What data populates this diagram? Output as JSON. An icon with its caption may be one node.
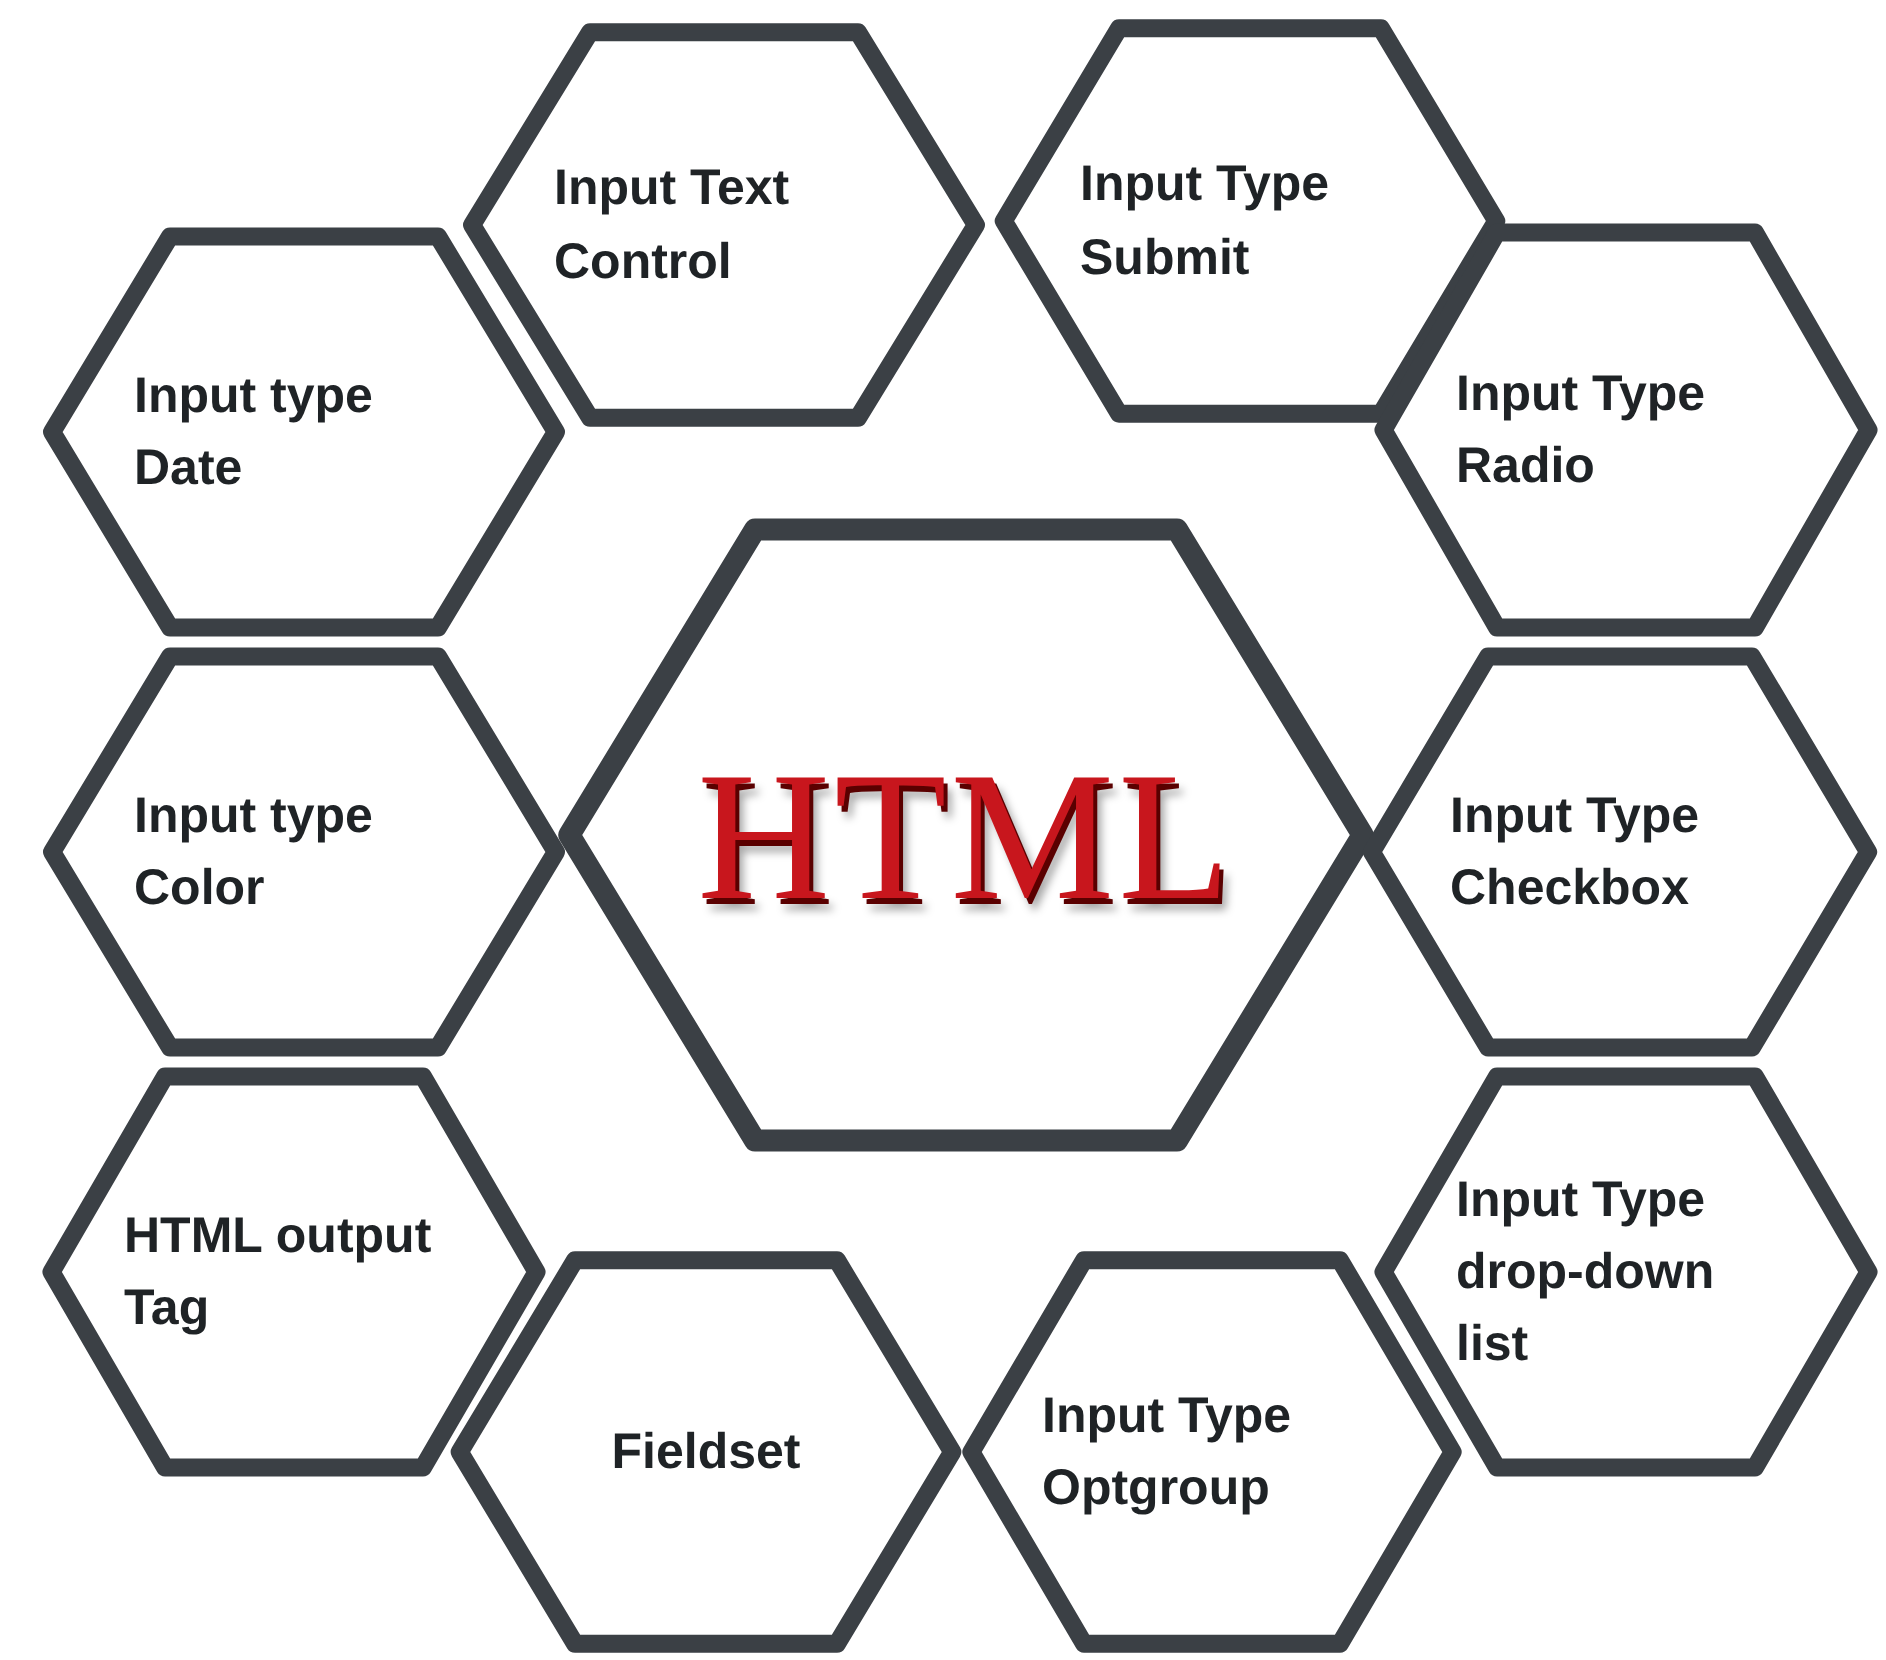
{
  "diagram": {
    "nodes": [
      {
        "text": [
          "Input Text Control"
        ]
      },
      {
        "text": [
          "Input Type Submit"
        ]
      },
      {
        "text": [
          "Input type Date"
        ]
      },
      {
        "text": [
          "Input Type Radio"
        ]
      },
      {
        "text": [
          "HTML"
        ]
      },
      {
        "text": [
          "Input type Color"
        ]
      },
      {
        "text": [
          "Input Type Checkbox"
        ]
      },
      {
        "text": [
          "HTML output Tag"
        ]
      },
      {
        "text": [
          "Input Type drop-down list"
        ]
      },
      {
        "text": [
          "Fieldset"
        ]
      },
      {
        "text": [
          "Input Type Optgroup"
        ]
      }
    ]
  }
}
